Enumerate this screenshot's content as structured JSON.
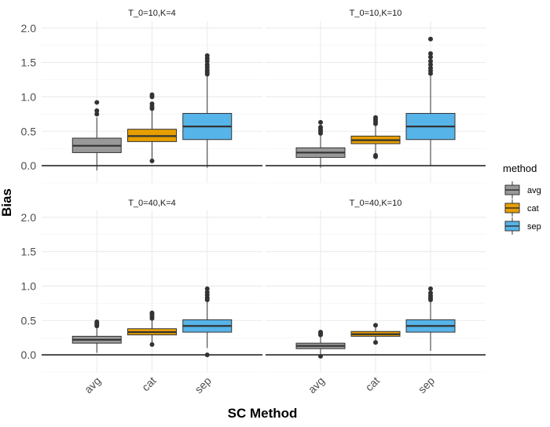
{
  "chart_data": {
    "type": "box",
    "xlabel": "SC Method",
    "ylabel": "Bias",
    "ylim": [
      -0.25,
      2.1
    ],
    "yticks": [
      0.0,
      0.5,
      1.0,
      1.5,
      2.0
    ],
    "ytick_labels": [
      "0.0",
      "0.5",
      "1.0",
      "1.5",
      "2.0"
    ],
    "categories": [
      "avg",
      "cat",
      "sep"
    ],
    "legend": {
      "title": "method",
      "placement": "right",
      "entries": [
        {
          "label": "avg",
          "color": "#999999"
        },
        {
          "label": "cat",
          "color": "#E69F00"
        },
        {
          "label": "sep",
          "color": "#56B4E9"
        }
      ]
    },
    "reference_line": 0.0,
    "panels": [
      {
        "title": "T_0=10,K=4",
        "boxes": [
          {
            "category": "avg",
            "whisker_low": -0.07,
            "q1": 0.19,
            "median": 0.29,
            "q3": 0.4,
            "whisker_high": 0.7,
            "outliers": [
              0.75,
              0.8,
              0.92
            ]
          },
          {
            "category": "cat",
            "whisker_low": 0.07,
            "q1": 0.35,
            "median": 0.43,
            "q3": 0.53,
            "whisker_high": 0.8,
            "outliers": [
              0.07,
              0.83,
              0.86,
              0.9,
              1.0,
              1.03
            ]
          },
          {
            "category": "sep",
            "whisker_low": -0.03,
            "q1": 0.38,
            "median": 0.57,
            "q3": 0.76,
            "whisker_high": 1.3,
            "outliers": [
              1.33,
              1.36,
              1.39,
              1.43,
              1.47,
              1.52,
              1.56,
              1.6
            ]
          }
        ]
      },
      {
        "title": "T_0=10,K=10",
        "boxes": [
          {
            "category": "avg",
            "whisker_low": -0.03,
            "q1": 0.12,
            "median": 0.19,
            "q3": 0.26,
            "whisker_high": 0.44,
            "outliers": [
              0.47,
              0.5,
              0.53,
              0.56,
              0.63
            ]
          },
          {
            "category": "cat",
            "whisker_low": 0.18,
            "q1": 0.32,
            "median": 0.37,
            "q3": 0.43,
            "whisker_high": 0.58,
            "outliers": [
              0.13,
              0.15,
              0.61,
              0.64,
              0.67,
              0.7
            ]
          },
          {
            "category": "sep",
            "whisker_low": 0.0,
            "q1": 0.38,
            "median": 0.57,
            "q3": 0.76,
            "whisker_high": 1.31,
            "outliers": [
              1.34,
              1.38,
              1.42,
              1.47,
              1.52,
              1.58,
              1.63,
              1.84
            ]
          }
        ]
      },
      {
        "title": "T_0=40,K=4",
        "boxes": [
          {
            "category": "avg",
            "whisker_low": 0.03,
            "q1": 0.17,
            "median": 0.22,
            "q3": 0.27,
            "whisker_high": 0.4,
            "outliers": [
              0.42,
              0.44,
              0.46,
              0.48
            ]
          },
          {
            "category": "cat",
            "whisker_low": 0.17,
            "q1": 0.29,
            "median": 0.33,
            "q3": 0.38,
            "whisker_high": 0.5,
            "outliers": [
              0.15,
              0.53,
              0.56,
              0.59,
              0.61
            ]
          },
          {
            "category": "sep",
            "whisker_low": 0.1,
            "q1": 0.33,
            "median": 0.42,
            "q3": 0.51,
            "whisker_high": 0.77,
            "outliers": [
              0.0,
              0.8,
              0.83,
              0.87,
              0.91,
              0.96
            ]
          }
        ]
      },
      {
        "title": "T_0=40,K=10",
        "boxes": [
          {
            "category": "avg",
            "whisker_low": 0.0,
            "q1": 0.09,
            "median": 0.13,
            "q3": 0.17,
            "whisker_high": 0.27,
            "outliers": [
              -0.02,
              0.29,
              0.31,
              0.33
            ]
          },
          {
            "category": "cat",
            "whisker_low": 0.2,
            "q1": 0.27,
            "median": 0.3,
            "q3": 0.34,
            "whisker_high": 0.4,
            "outliers": [
              0.18,
              0.43
            ]
          },
          {
            "category": "sep",
            "whisker_low": 0.06,
            "q1": 0.33,
            "median": 0.42,
            "q3": 0.51,
            "whisker_high": 0.77,
            "outliers": [
              0.8,
              0.83,
              0.86,
              0.9,
              0.96
            ]
          }
        ]
      }
    ]
  }
}
